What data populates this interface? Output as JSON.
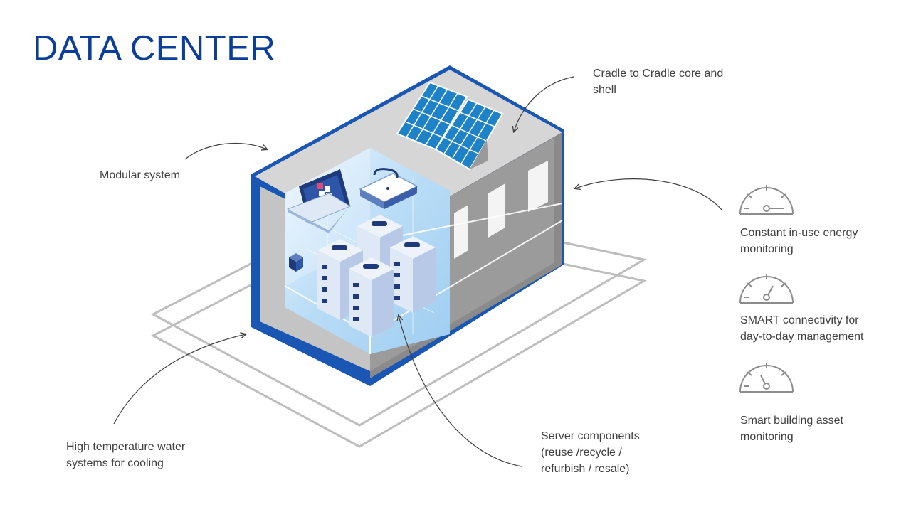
{
  "title": "DATA CENTER",
  "labels": {
    "cradle": [
      "Cradle to Cradle core and",
      "shell"
    ],
    "modular": [
      "Modular system"
    ],
    "energy": [
      "Constant in-use energy",
      "monitoring"
    ],
    "smart": [
      "SMART connectivity for",
      "day-to-day management"
    ],
    "asset": [
      "Smart building asset",
      "monitoring"
    ],
    "water": [
      "High temperature water",
      "systems for cooling"
    ],
    "server": [
      "Server components",
      "(reuse /recycle /",
      "refurbish / resale)"
    ]
  },
  "colors": {
    "brand_blue": "#0b3d9a",
    "frame_blue": "#1a56b4",
    "gauge_gray": "#8c8c8c",
    "arrow_gray": "#404040"
  },
  "icons": [
    "gauge-low-icon",
    "gauge-mid-icon",
    "gauge-high-icon",
    "solar-panel-icon",
    "laptop-icon",
    "server-rack-icon"
  ]
}
